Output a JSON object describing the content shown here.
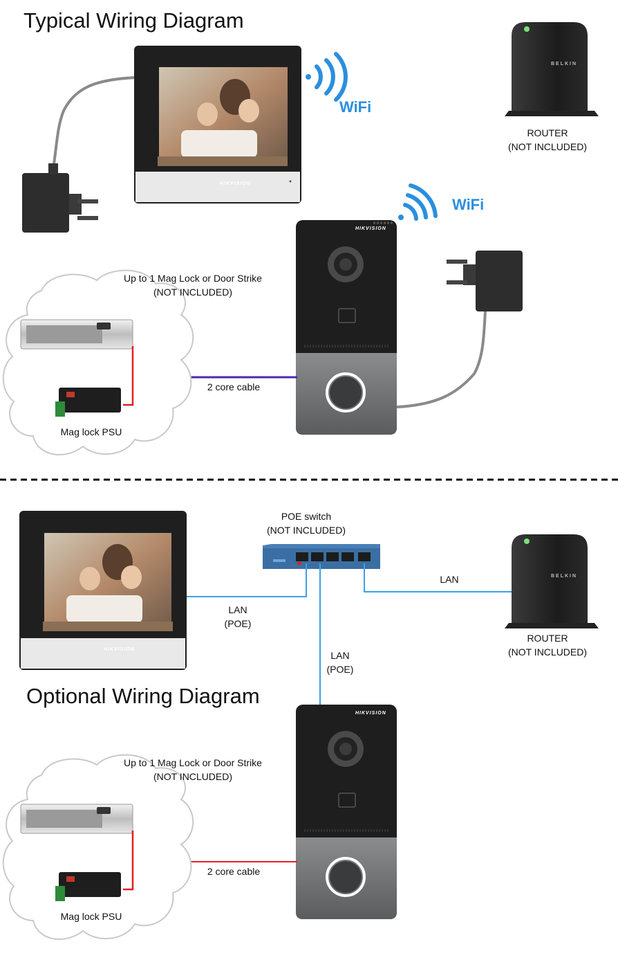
{
  "typical": {
    "title": "Typical Wiring Diagram",
    "wifi_monitor": "WiFi",
    "wifi_doorbell": "WiFi",
    "router_line1": "ROUTER",
    "router_line2": "(NOT INCLUDED)",
    "maglock_line1": "Up to 1 Mag Lock or Door Strike",
    "maglock_line2": "(NOT INCLUDED)",
    "cable_label": "2 core cable",
    "psu_label": "Mag lock PSU"
  },
  "optional": {
    "title": "Optional Wiring Diagram",
    "switch_line1": "POE switch",
    "switch_line2": "(NOT INCLUDED)",
    "lan_router": "LAN",
    "lan_monitor_line1": "LAN",
    "lan_monitor_line2": "(POE)",
    "lan_doorbell_line1": "LAN",
    "lan_doorbell_line2": "(POE)",
    "router_line1": "ROUTER",
    "router_line2": "(NOT INCLUDED)",
    "maglock_line1": "Up to 1 Mag Lock or Door Strike",
    "maglock_line2": "(NOT INCLUDED)",
    "cable_label": "2 core cable",
    "psu_label": "Mag lock PSU"
  },
  "branding": {
    "monitor_brand": "HIKVISION",
    "doorbell_brand": "HIKVISION",
    "router_brand": "BELKIN"
  },
  "colors": {
    "wifi_blue": "#2b8fde",
    "lan_blue": "#3aa0e8",
    "cable_purple": "#4a2bb0",
    "cable_red": "#e02020",
    "device_dark": "#1e1e1e",
    "doorbell_grey": "#6c6e70"
  }
}
